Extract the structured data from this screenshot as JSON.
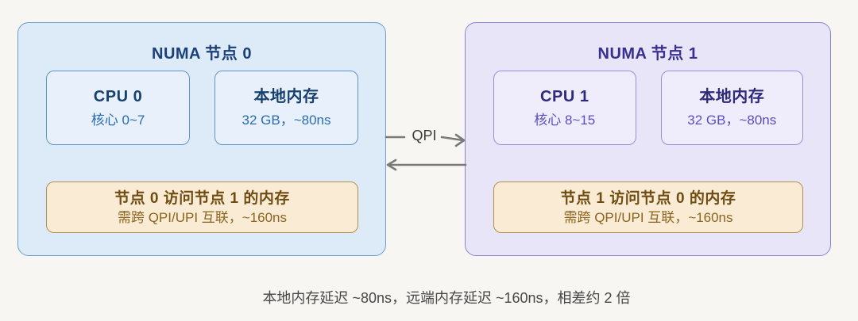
{
  "page": {
    "background": "#f7f6f2",
    "caption": "本地内存延迟 ~80ns，远端内存延迟 ~160ns，相差约 2 倍"
  },
  "interconnect": {
    "label": "QPI",
    "arrow_color": "#7a7a7a"
  },
  "nodes": [
    {
      "title": "NUMA 节点 0",
      "cpu": {
        "title": "CPU 0",
        "subtitle": "核心 0~7"
      },
      "memory": {
        "title": "本地内存",
        "subtitle": "32 GB，~80ns"
      },
      "remote_note": {
        "title": "节点 0 访问节点 1 的内存",
        "subtitle": "需跨 QPI/UPI 互联，~160ns"
      },
      "colors": {
        "fill": "#ddeaf8",
        "border": "#6b9fd3",
        "title_text": "#1b3f77",
        "sub_text": "#2a6cb0"
      }
    },
    {
      "title": "NUMA 节点 1",
      "cpu": {
        "title": "CPU 1",
        "subtitle": "核心 8~15"
      },
      "memory": {
        "title": "本地内存",
        "subtitle": "32 GB，~80ns"
      },
      "remote_note": {
        "title": "节点 1 访问节点 0 的内存",
        "subtitle": "需跨 QPI/UPI 互联，~160ns"
      },
      "colors": {
        "fill": "#e9e5f9",
        "border": "#8d83d6",
        "title_text": "#37308f",
        "sub_text": "#5a4fc0"
      }
    }
  ],
  "note_colors": {
    "fill": "#faecd4",
    "border": "#b3904f",
    "title_text": "#6e4c12",
    "sub_text": "#8a6420"
  }
}
